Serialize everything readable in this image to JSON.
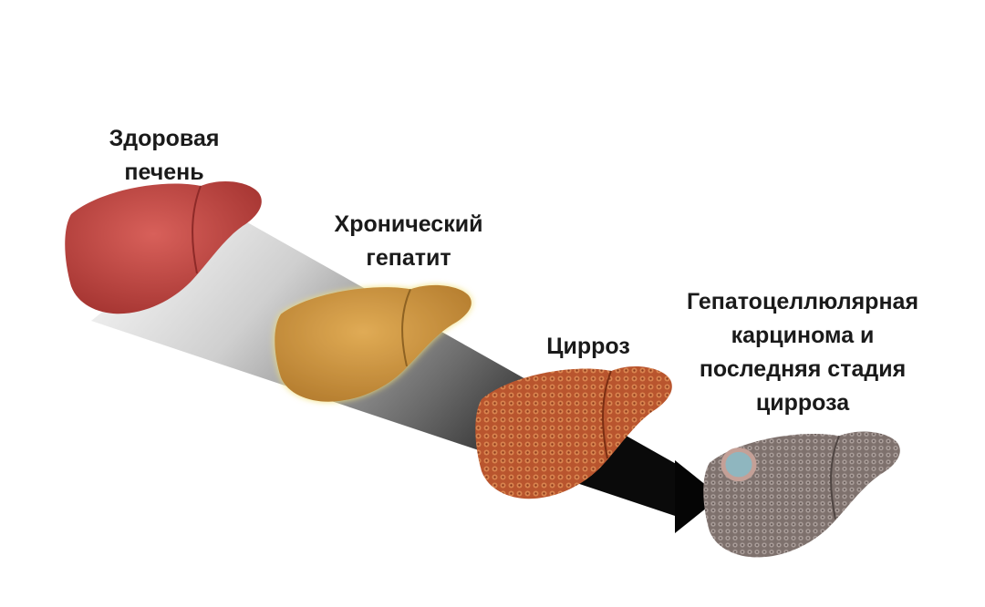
{
  "stages": [
    {
      "lines": [
        "Здоровая",
        "печень"
      ],
      "color": "#b8413f"
    },
    {
      "lines": [
        "Хронический",
        "гепатит"
      ],
      "color": "#c98f3c"
    },
    {
      "lines": [
        "Цирроз"
      ],
      "color": "#b9552e"
    },
    {
      "lines": [
        "Гепатоцеллюлярная",
        "карцинома и",
        "последняя стадия",
        "цирроза"
      ],
      "color": "#8c7f7b"
    }
  ],
  "tumor_color": "#8fb6bf"
}
